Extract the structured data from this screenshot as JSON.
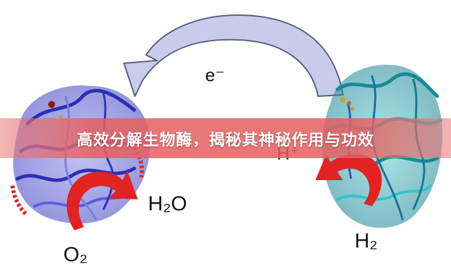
{
  "labels": {
    "electron": "e⁻",
    "proton": "H⁺",
    "oxygen": "O₂",
    "water": "H₂O",
    "hydrogen": "H₂"
  },
  "banner": {
    "caption": "高效分解生物酶，揭秘其神秘作用与功效"
  },
  "colors": {
    "arrow_fill": "#c9cbeb",
    "arrow_stroke": "#5a5f78",
    "red_arrow": "#e32222",
    "left_enzyme": "#3b3fc0",
    "right_enzyme": "#1fa0a8",
    "banner": "#e46060"
  }
}
